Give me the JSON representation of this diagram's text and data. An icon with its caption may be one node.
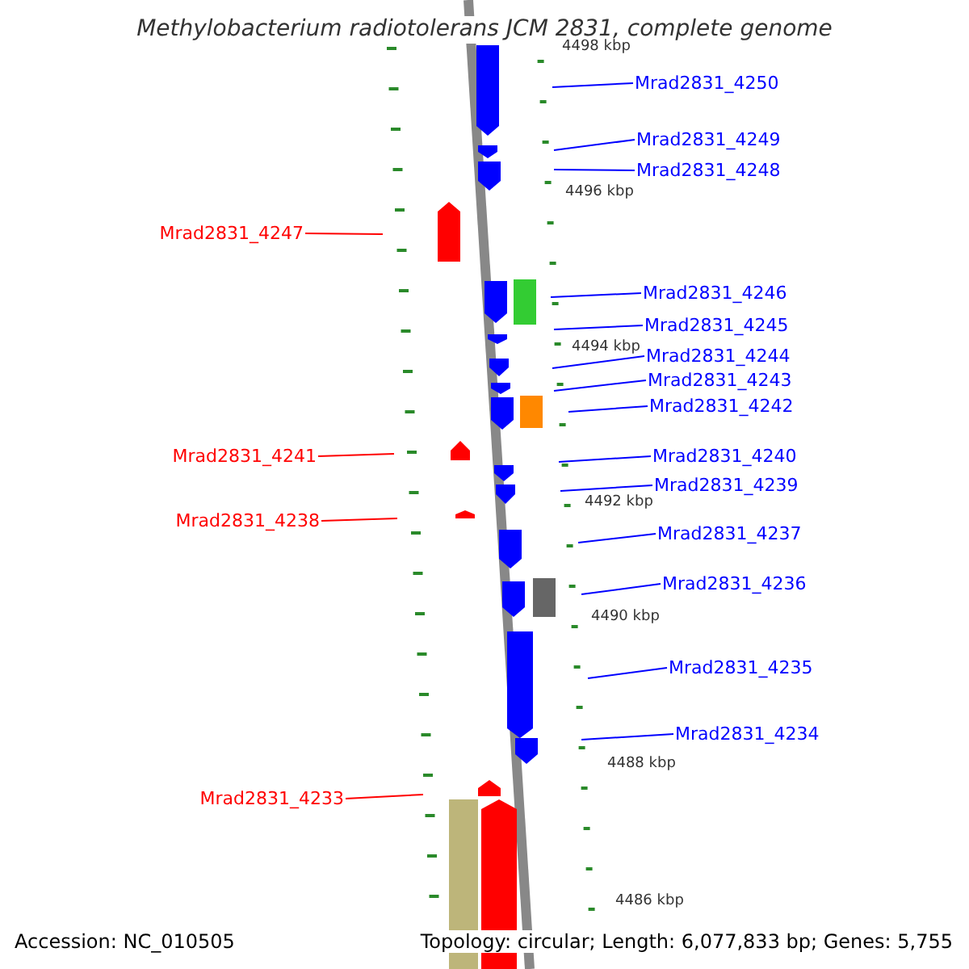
{
  "diagram": {
    "title": "Methylobacterium radiotolerans JCM 2831, complete genome",
    "nodes": [
      {
        "text": [
          "Mrad2831_4250"
        ]
      },
      {
        "text": [
          "Mrad2831_4249"
        ]
      },
      {
        "text": [
          "Mrad2831_4248"
        ]
      },
      {
        "text": [
          "Mrad2831_4247"
        ]
      },
      {
        "text": [
          "Mrad2831_4246"
        ]
      },
      {
        "text": [
          "Mrad2831_4245"
        ]
      },
      {
        "text": [
          "Mrad2831_4244"
        ]
      },
      {
        "text": [
          "Mrad2831_4243"
        ]
      },
      {
        "text": [
          "Mrad2831_4242"
        ]
      },
      {
        "text": [
          "Mrad2831_4241"
        ]
      },
      {
        "text": [
          "Mrad2831_4240"
        ]
      },
      {
        "text": [
          "Mrad2831_4239"
        ]
      },
      {
        "text": [
          "Mrad2831_4238"
        ]
      },
      {
        "text": [
          "Mrad2831_4237"
        ]
      },
      {
        "text": [
          "Mrad2831_4236"
        ]
      },
      {
        "text": [
          "Mrad2831_4235"
        ]
      },
      {
        "text": [
          "Mrad2831_4234"
        ]
      },
      {
        "text": [
          "Mrad2831_4233"
        ]
      }
    ],
    "edges": [
      {
        "from": 0,
        "to": null,
        "arrow": "none"
      },
      {
        "from": 1,
        "to": null,
        "arrow": "none"
      },
      {
        "from": 2,
        "to": null,
        "arrow": "none"
      },
      {
        "from": 3,
        "to": null,
        "arrow": "none",
        "color": "#ff0000"
      },
      {
        "from": 4,
        "to": null,
        "arrow": "none"
      },
      {
        "from": 5,
        "to": null,
        "arrow": "none"
      },
      {
        "from": 6,
        "to": null,
        "arrow": "none"
      },
      {
        "from": 7,
        "to": null,
        "arrow": "none"
      },
      {
        "from": 8,
        "to": null,
        "arrow": "none"
      },
      {
        "from": 9,
        "to": null,
        "arrow": "none",
        "color": "#ff0000"
      },
      {
        "from": 10,
        "to": null,
        "arrow": "none"
      },
      {
        "from": 11,
        "to": null,
        "arrow": "none"
      },
      {
        "from": 12,
        "to": null,
        "arrow": "none",
        "color": "#ff0000"
      },
      {
        "from": 13,
        "to": null,
        "arrow": "none"
      },
      {
        "from": 14,
        "to": null,
        "arrow": "none"
      },
      {
        "from": 15,
        "to": null,
        "arrow": "none"
      },
      {
        "from": 16,
        "to": null,
        "arrow": "none"
      },
      {
        "from": 17,
        "to": null,
        "arrow": "none",
        "color": "#ff0000"
      }
    ],
    "labels": [
      "4498 kbp",
      "4496 kbp",
      "4494 kbp",
      "4492 kbp",
      "4490 kbp",
      "4488 kbp",
      "4486 kbp",
      "Accession: NC_010505",
      "Topology: circular; Length: 6,077,833 bp; Genes: 5,755"
    ]
  }
}
